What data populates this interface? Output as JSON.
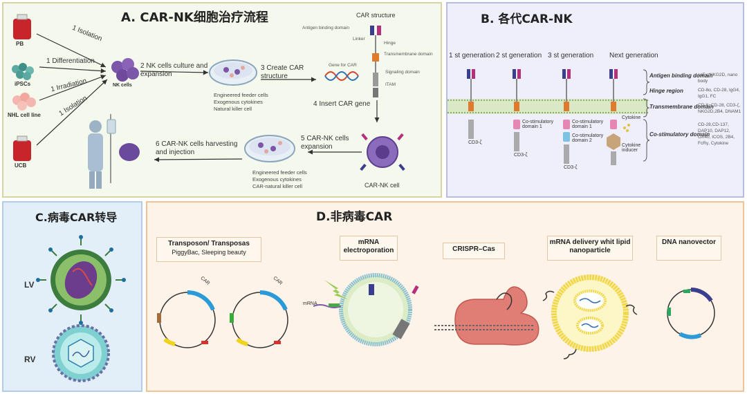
{
  "panelA": {
    "title": "A. CAR-NK细胞治疗流程",
    "sources": [
      "PB",
      "iPSCs",
      "NHL cell line",
      "UCB"
    ],
    "source_steps": [
      "Isolation",
      "Differentiation",
      "Irradiation",
      "Isolation"
    ],
    "step_numbers": [
      "1",
      "2",
      "3",
      "4",
      "5",
      "6"
    ],
    "nk_cells": "NK cells",
    "step2": "NK cells culture and expansion",
    "step3": "Create CAR structure",
    "step4": "Insert CAR gene",
    "step5": "CAR-NK cells expansion",
    "step6": "CAR-NK cells harvesting and injection",
    "legend1": [
      "Engineered feeder cells",
      "Exogenous cytokines",
      "Natural killer cell"
    ],
    "legend2": [
      "Engineered feeder cells",
      "Exogenous cytokines",
      "CAR-natural killer cell"
    ],
    "car_structure": "CAR structure",
    "car_parts": [
      "Antigen binding domain",
      "Linker",
      "Hinge",
      "Transmembrane domain",
      "Signaling domain",
      "ITAM"
    ],
    "gene_for_car": "Gene for CAR",
    "car_nk_cell": "CAR-NK cell"
  },
  "panelB": {
    "title": "B. 各代CAR-NK",
    "generations": [
      "1 st generation",
      "2 st generation",
      "3 st generation",
      "Next generation"
    ],
    "cd3": "CD3-ζ",
    "costim1": "Co-stimulatory domain 1",
    "costim2": "Co-stimulatory domain 2",
    "cytokine": "Cytokine",
    "cytokine_inducer": "Cytokine inducer",
    "categories": [
      {
        "name": "Antigen binding domain",
        "items": "scFv, NKG2D, nano body"
      },
      {
        "name": "Hinge region",
        "items": "CD-8α, CD-28, IgG4, IgG1, FC"
      },
      {
        "name": "Transmembrane domain",
        "items": "CD-8, CD-28, CD3-ζ, NKG2D,2B4, DNAM1"
      },
      {
        "name": "Co-stimulatory domain",
        "items": "CD-28,CD-137, DAP10, DAP12, OX40, ICOS, 2B4, FcRγ, Cytokine"
      }
    ]
  },
  "panelC": {
    "title": "C.病毒CAR转导",
    "lv": "LV",
    "rv": "RV"
  },
  "panelD": {
    "title": "D.非病毒CAR",
    "methods": [
      {
        "title": "Transposon/ Transposas",
        "subtitle": "PiggyBac, Sleeping beauty"
      },
      {
        "title": "mRNA electroporation",
        "subtitle": ""
      },
      {
        "title": "CRISPR–Cas",
        "subtitle": ""
      },
      {
        "title": "mRNA delivery whit lipid nanoparticle",
        "subtitle": ""
      },
      {
        "title": "DNA nanovector",
        "subtitle": ""
      }
    ],
    "car_label": "CAR",
    "mrna_label": "mRNA"
  }
}
